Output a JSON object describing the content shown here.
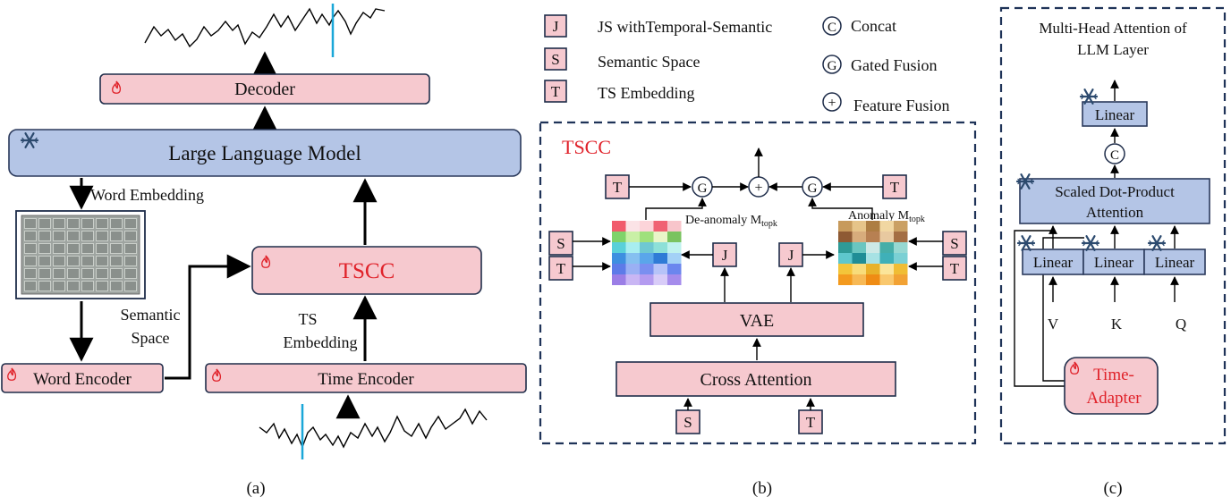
{
  "panel_a": {
    "caption": "(a)",
    "decoder": "Decoder",
    "llm": "Large Language Model",
    "word_embedding": "Word Embedding",
    "tscc": "TSCC",
    "semantic_space": [
      "Semantic",
      "Space"
    ],
    "ts_embedding": [
      "TS",
      "Embedding"
    ],
    "word_encoder": "Word Encoder",
    "time_encoder": "Time Encoder"
  },
  "panel_b": {
    "caption": "(b)",
    "legend": {
      "j_letter": "J",
      "j_text": "JS withTemporal-Semantic",
      "s_letter": "S",
      "s_text": "Semantic Space",
      "t_letter": "T",
      "t_text": "TS Embedding",
      "c_letter": "C",
      "c_text": "Concat",
      "g_letter": "G",
      "g_text": "Gated Fusion",
      "plus_letter": "+",
      "plus_text": "Feature Fusion"
    },
    "title": "TSCC",
    "deanomaly": "De-anomaly M",
    "anomaly": "Anomaly M",
    "topk": "topk",
    "vae": "VAE",
    "cross_attention": "Cross Attention",
    "s": "S",
    "t": "T",
    "j": "J",
    "g": "G",
    "plus": "+"
  },
  "panel_c": {
    "caption": "(c)",
    "title_line1": "Multi-Head Attention of",
    "title_line2": "LLM Layer",
    "linear": "Linear",
    "concat": "C",
    "sdpa_line1": "Scaled Dot-Product",
    "sdpa_line2": "Attention",
    "v": "V",
    "k": "K",
    "q": "Q",
    "adapter_line1": "Time-",
    "adapter_line2": "Adapter"
  },
  "colors": {
    "pink_box": "#f6c9cf",
    "blue_box": "#b4c5e6",
    "highlight_red": "#e0222a",
    "anomaly_line": "#1aa7d8"
  }
}
